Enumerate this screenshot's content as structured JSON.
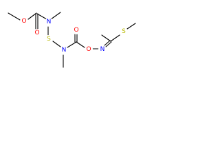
{
  "molecule": {
    "atoms": [
      {
        "id": "o_ester",
        "label": "O",
        "color": "#ff0000"
      },
      {
        "id": "o_carbonyl_left",
        "label": "O",
        "color": "#ff0000"
      },
      {
        "id": "n_left",
        "label": "N",
        "color": "#0000ff"
      },
      {
        "id": "s_bridge",
        "label": "S",
        "color": "#b8b800"
      },
      {
        "id": "n_lower",
        "label": "N",
        "color": "#0000ff"
      },
      {
        "id": "o_carbonyl_right",
        "label": "O",
        "color": "#ff0000"
      },
      {
        "id": "o_oxime",
        "label": "O",
        "color": "#ff0000"
      },
      {
        "id": "n_imine",
        "label": "N",
        "color": "#0000ff"
      },
      {
        "id": "s_thio",
        "label": "S",
        "color": "#b8b800"
      }
    ]
  }
}
